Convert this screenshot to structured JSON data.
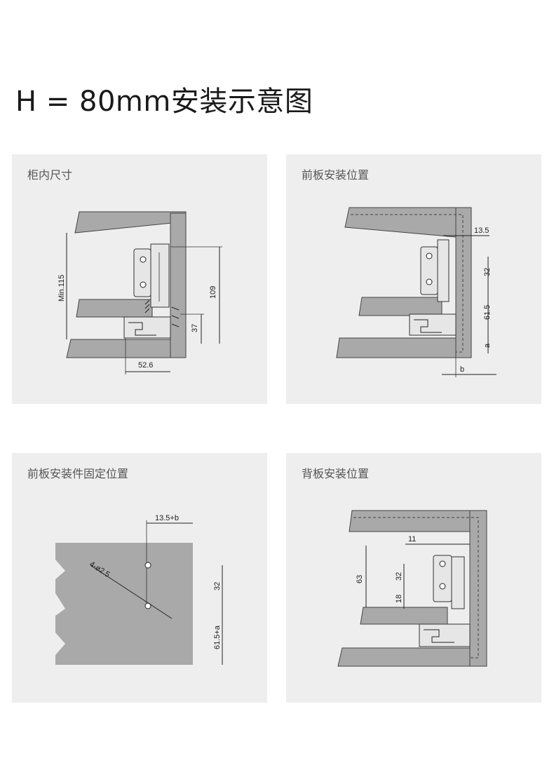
{
  "title": "H = 80mm安装示意图",
  "panels": [
    {
      "label": "柜内尺寸",
      "dims": {
        "min_height": "Min.115",
        "h109": "109",
        "h37": "37",
        "w52": "52.6"
      }
    },
    {
      "label": "前板安装位置",
      "dims": {
        "d13": "13.5",
        "d32": "32",
        "d61": "61.5",
        "a": "a",
        "b": "b"
      }
    },
    {
      "label": "前板安装件固定位置",
      "dims": {
        "d13b": "13.5+b",
        "hole": "4-ø2.5",
        "d32": "32",
        "d61a": "61.5+a"
      }
    },
    {
      "label": "背板安装位置",
      "dims": {
        "d11": "11",
        "d63": "63",
        "d32": "32",
        "d18": "18"
      }
    }
  ]
}
